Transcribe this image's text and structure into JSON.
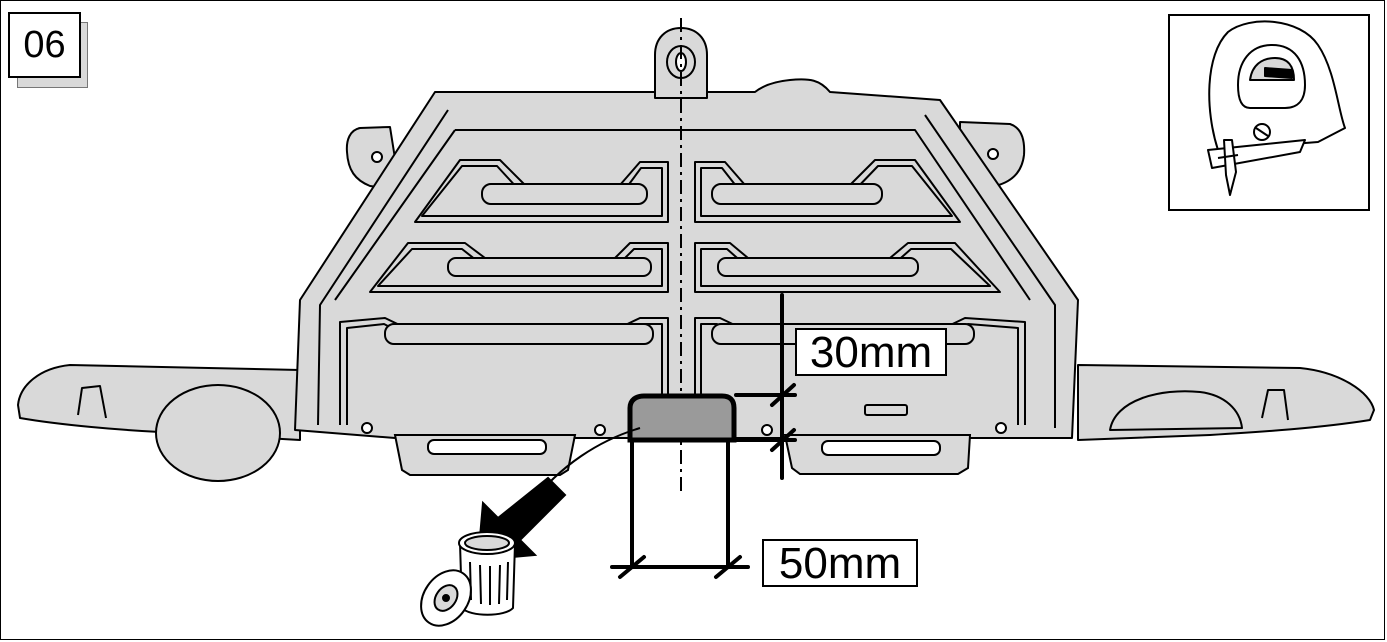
{
  "step": {
    "number": "06"
  },
  "dimensions": {
    "height_label": "30mm",
    "width_label": "50mm"
  },
  "icons": {
    "tool": "jigsaw-icon",
    "disposal": "trash-can-icon",
    "action": "arrow-icon"
  },
  "colors": {
    "line": "#000000",
    "part_fill": "#d9d9d9",
    "cut_fill": "#9a9a9a",
    "label_bg": "#ffffff"
  }
}
